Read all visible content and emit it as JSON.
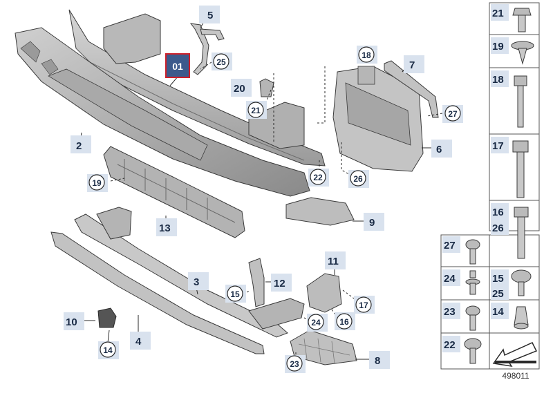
{
  "diagram_number": "498011",
  "highlight_label": "01",
  "callouts": {
    "c1": "5",
    "c2": "25",
    "c3": "18",
    "c4": "7",
    "c5": "20",
    "c6": "21",
    "c7": "27",
    "c8": "2",
    "c9": "6",
    "c10": "19",
    "c11": "22",
    "c12": "26",
    "c13": "13",
    "c14": "9",
    "c15": "3",
    "c16": "11",
    "c17": "12",
    "c18": "15",
    "c19": "17",
    "c20": "10",
    "c21": "4",
    "c22": "24",
    "c23": "16",
    "c24": "14",
    "c25": "8",
    "c26": "23"
  },
  "parts_table": {
    "p21": "21",
    "p19": "19",
    "p18": "18",
    "p17": "17",
    "p16": "16",
    "p26": "26",
    "p27": "27",
    "p24": "24",
    "p15": "15",
    "p25": "25",
    "p23": "23",
    "p14": "14",
    "p22": "22"
  },
  "colors": {
    "part_fill": "#c2c2c2",
    "part_dark": "#8f8f8f",
    "outline": "#3a3a3a",
    "label_bg": "#d9e2ee",
    "label_text": "#1a2b45",
    "highlight_bg": "#3c5a8c",
    "highlight_border": "#d0202a"
  }
}
